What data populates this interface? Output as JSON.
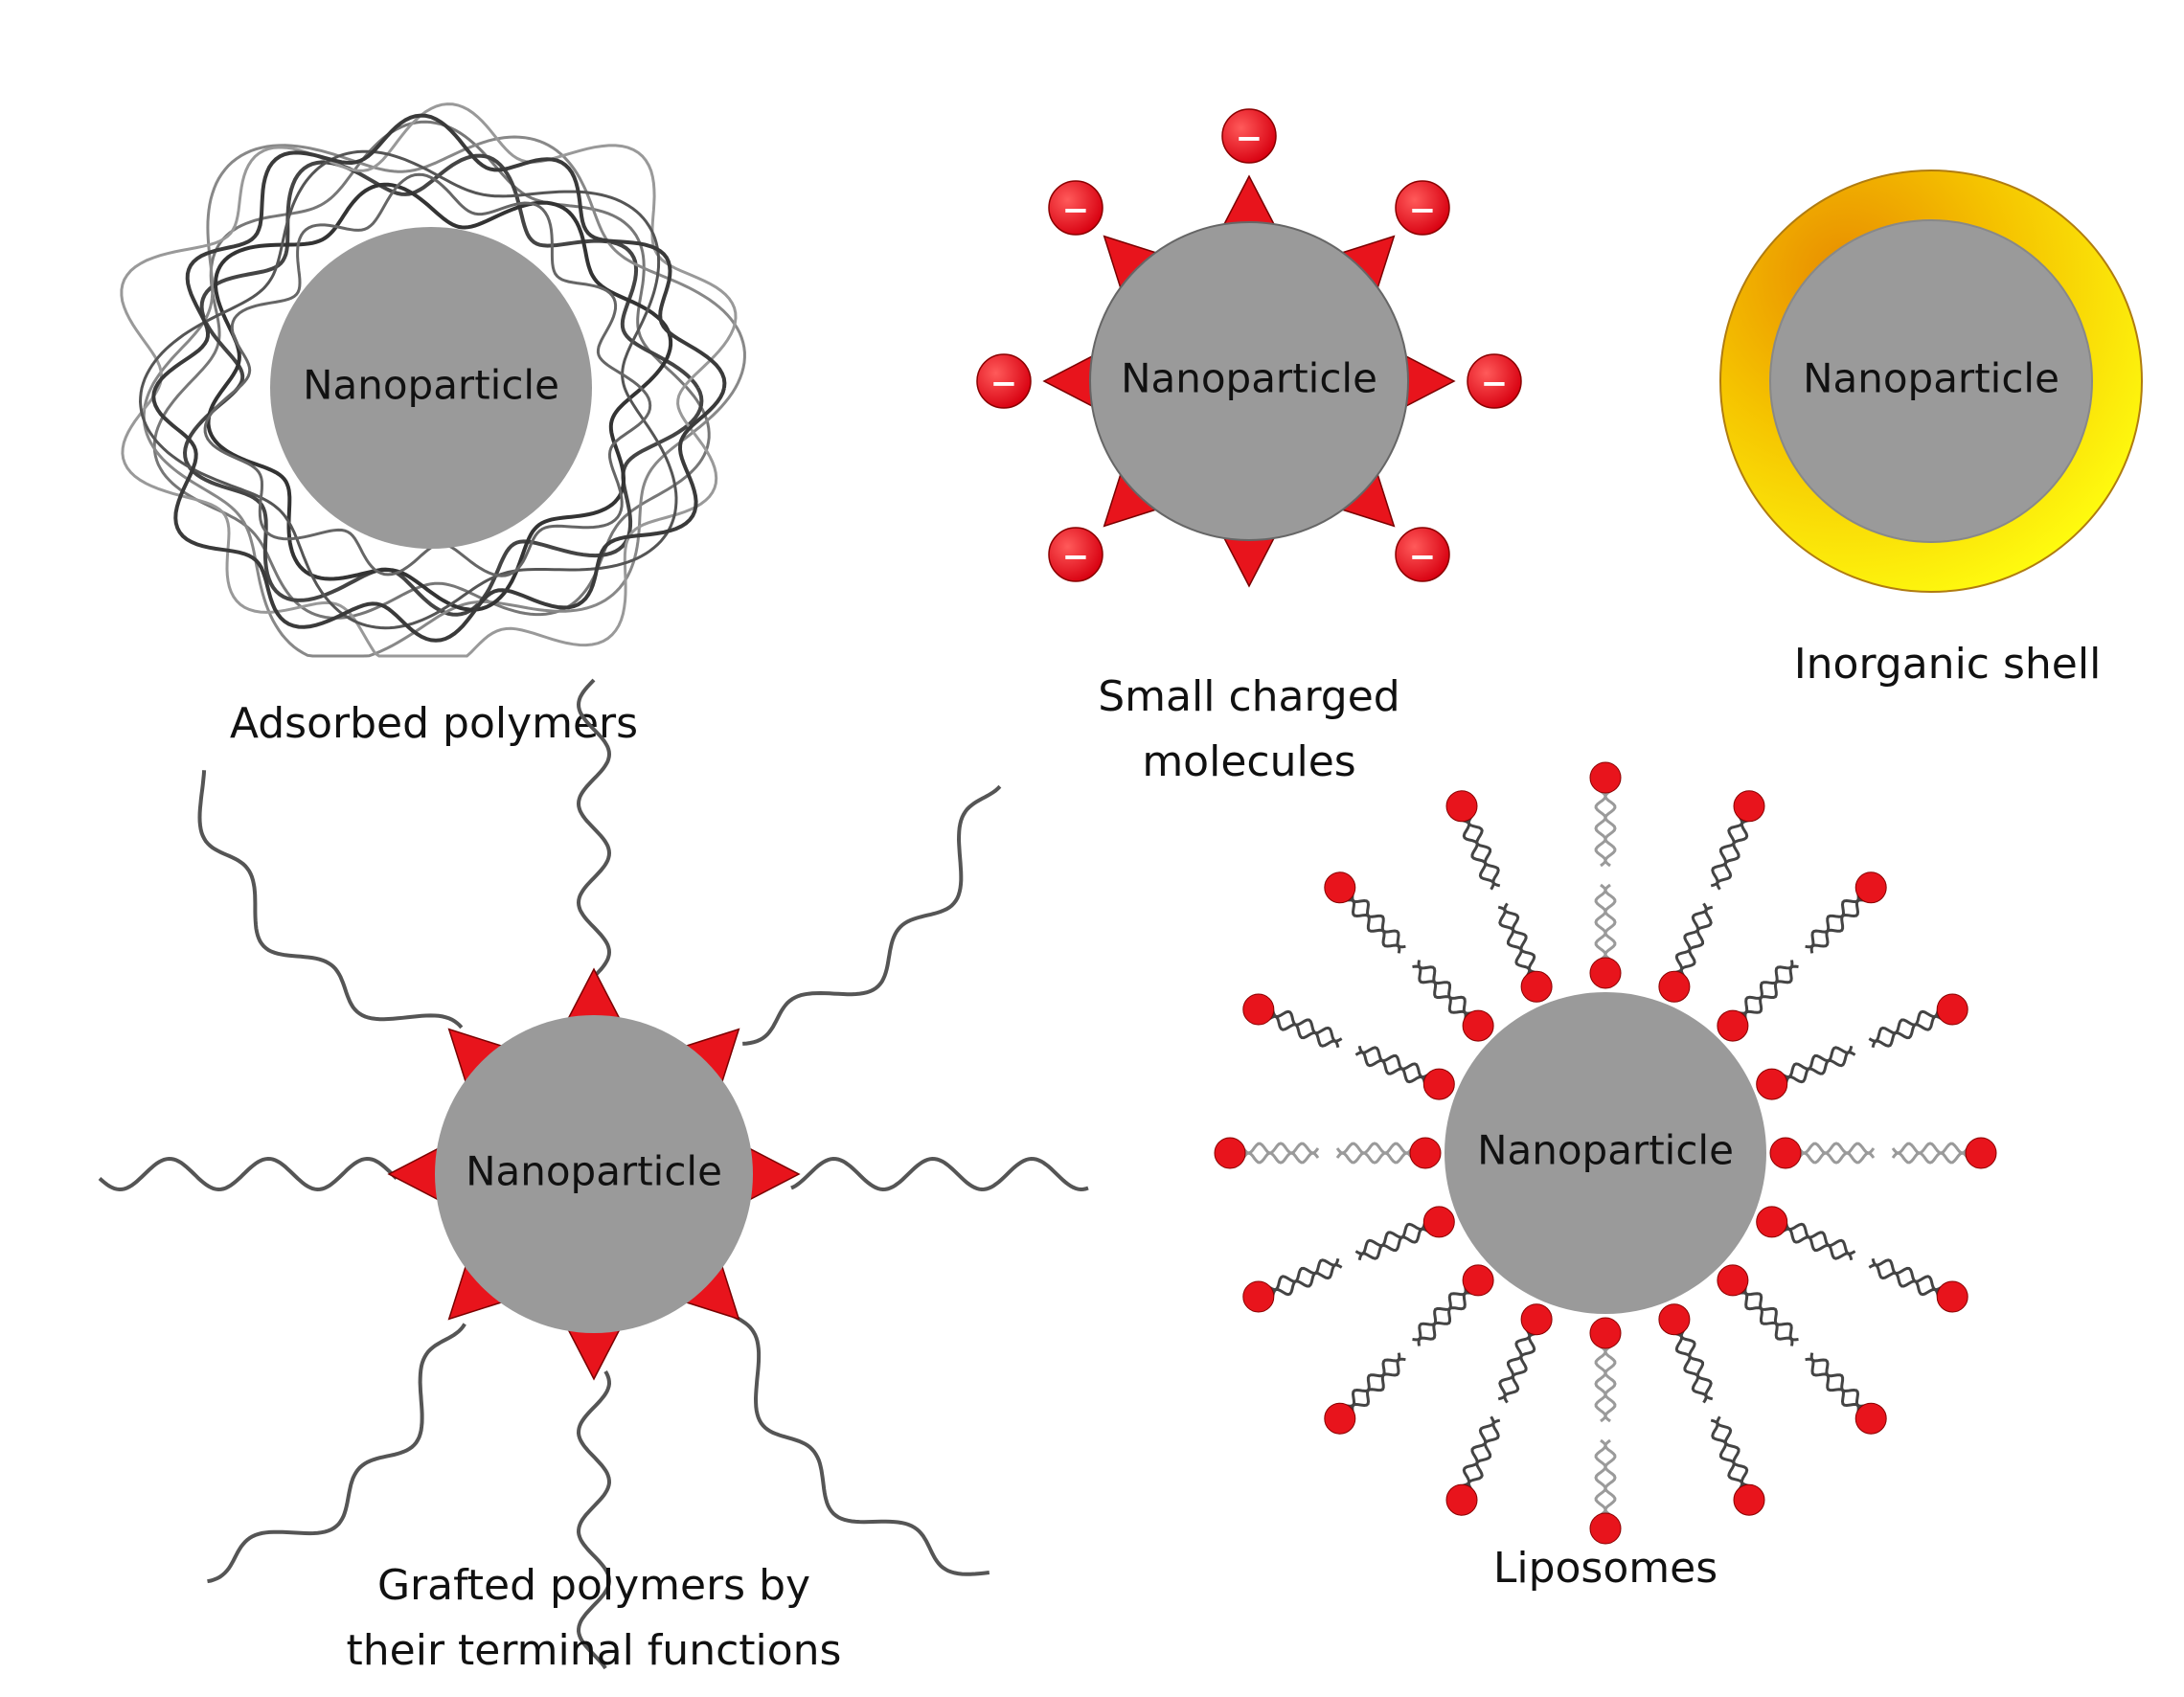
{
  "panels": {
    "adsorbed": {
      "core_label": "Nanoparticle",
      "caption_lines": [
        "Adsorbed polymers"
      ]
    },
    "charged": {
      "core_label": "Nanoparticle",
      "caption_lines": [
        "Small charged",
        "molecules"
      ],
      "charge_symbol": "−"
    },
    "inorganic": {
      "core_label": "Nanoparticle",
      "caption_lines": [
        "Inorganic shell"
      ]
    },
    "grafted": {
      "core_label": "Nanoparticle",
      "caption_lines": [
        "Grafted polymers by",
        "their terminal functions"
      ]
    },
    "liposomes": {
      "core_label": "Nanoparticle",
      "caption_lines": [
        "Liposomes"
      ]
    }
  },
  "colors": {
    "core": "#9a9a9a",
    "head": "#e8141c",
    "shell_outer": "#f6e800",
    "shell_warm": "#f0a000",
    "polymer": "#555555"
  },
  "icons": {
    "head": "red-sphere-icon",
    "anchor": "red-triangle-icon"
  }
}
